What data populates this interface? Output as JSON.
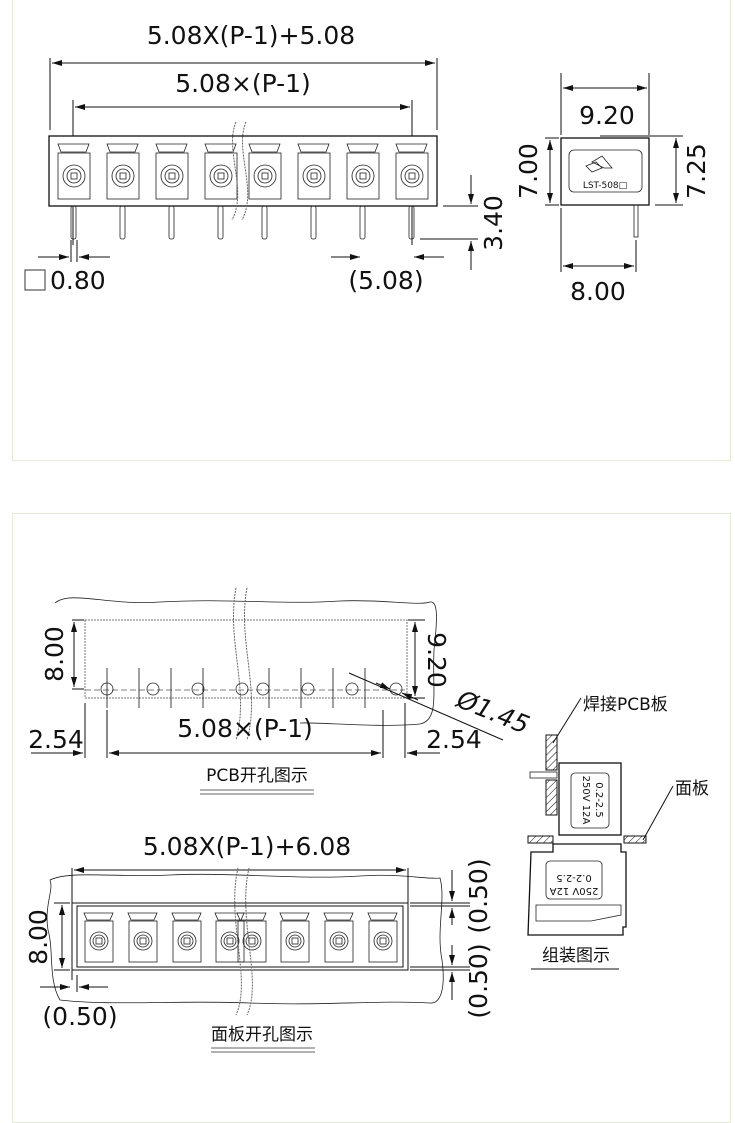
{
  "top_view": {
    "overall_length": "5.08X(P-1)+5.08",
    "pitch_span": "5.08×(P-1)",
    "pin_size_symbol": "□",
    "pin_size": "0.80",
    "pin_pitch": "(5.08)",
    "pin_length": "3.40",
    "pole_count_shown": 8
  },
  "side_view": {
    "width_top": "9.20",
    "height_left": "7.00",
    "height_right": "7.25",
    "width_bottom": "8.00",
    "label": "LST-508□"
  },
  "pcb_layout": {
    "caption": "PCB开孔图示",
    "height": "8.00",
    "depth": "9.20",
    "hole_diameter": "Ø1.45",
    "left_offset": "2.54",
    "right_offset": "2.54",
    "pitch_span": "5.08×(P-1)",
    "hole_count": 8
  },
  "assembly": {
    "caption": "组装图示",
    "callout_pcb": "焊接PCB板",
    "callout_panel": "面板",
    "rating_1": "250V 12A",
    "rating_2": "0.2-2.5"
  },
  "panel_cutout": {
    "caption": "面板开孔图示",
    "overall_length": "5.08X(P-1)+6.08",
    "height": "8.00",
    "gap_top": "(0.50)",
    "gap_bottom": "(0.50)",
    "gap_left": "(0.50)"
  }
}
